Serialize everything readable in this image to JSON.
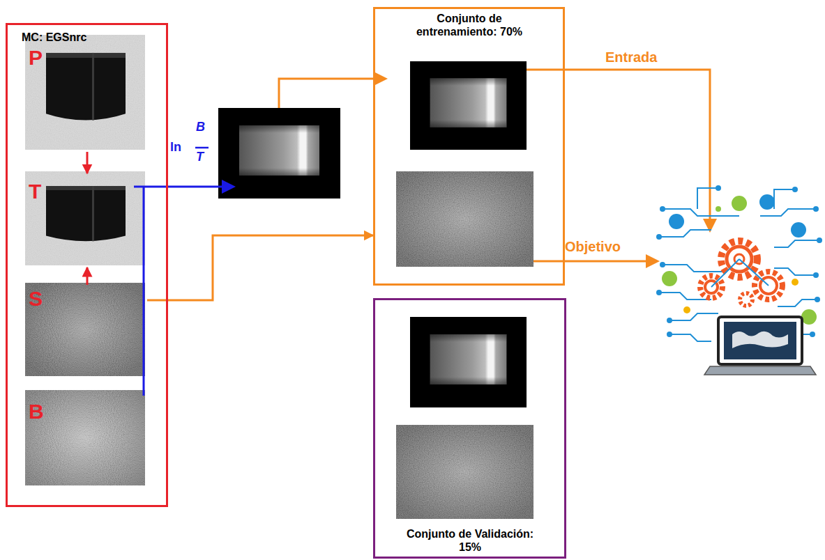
{
  "diagram": {
    "nodes": [
      {
        "text": [
          "MC: EGSnrc"
        ]
      },
      {
        "text": [
          "P"
        ],
        "in": 0
      },
      {
        "text": [
          "T"
        ],
        "in": 0
      },
      {
        "text": [
          "S"
        ],
        "in": 0
      },
      {
        "text": [
          "B"
        ],
        "in": 0
      },
      {
        "text": [
          "Conjunto de entrenamiento: 70%"
        ]
      },
      {
        "text": [
          "Conjunto de Validación: 15%"
        ]
      }
    ],
    "edges": [
      {
        "from": 1,
        "to": 2,
        "arrow": "to"
      },
      {
        "from": 3,
        "to": 2,
        "arrow": "to"
      },
      {
        "from": 3,
        "to": 5,
        "arrow": "to"
      }
    ],
    "labels": [
      "ln",
      "B",
      "T",
      "Entrada",
      "Objetivo"
    ]
  }
}
